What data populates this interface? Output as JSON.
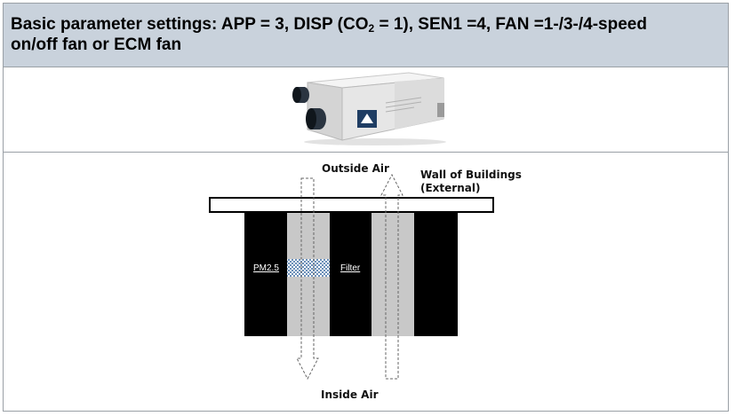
{
  "header": {
    "title_prefix": "Basic parameter settings: APP = 3, DISP (CO",
    "title_sub": "2",
    "title_suffix": " = 1), SEN1 =4, FAN =1-/3-/4-speed",
    "title_line2": "on/off fan or ECM fan"
  },
  "photo": {
    "icon": "ventilation-unit-photo"
  },
  "diagram": {
    "outside_air": "Outside Air",
    "wall_label_line1": "Wall of Buildings",
    "wall_label_line2": "(External)",
    "pm_label": "PM2.5",
    "filter_label": "Filter",
    "inside_air": "Inside Air"
  },
  "colors": {
    "header_bg": "#c9d2dc",
    "border": "#9aa0a6",
    "diagram_dark": "#000000",
    "panel_gray": "#c8c8c8"
  }
}
